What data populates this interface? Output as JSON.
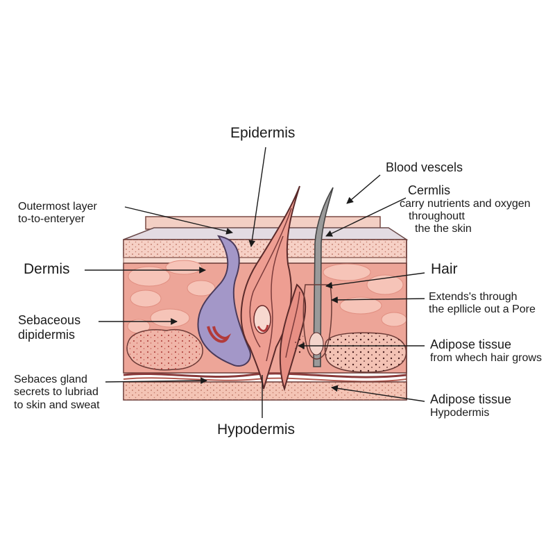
{
  "labels": {
    "epidermis": "Epidermis",
    "blood_vessels": "Blood vescels",
    "cermlis": {
      "title": "Cermlis",
      "line1": "carry nutrients and oxygen",
      "line2": "throughoutt",
      "line3": "the the skin"
    },
    "outermost": {
      "line1": "Outermost layer",
      "line2": "to-to-enteryer"
    },
    "dermis": "Dermis",
    "hair": "Hair",
    "extends": {
      "line1": "Extends's through",
      "line2": "the epllicle out a Pore"
    },
    "sebaceous": {
      "line1": "Sebaceous",
      "line2": "dipidermis"
    },
    "adipose1": {
      "line1": "Adipose tissue",
      "line2": "from whech hair grows"
    },
    "sebaces_gland": {
      "line1": "Sebaces gland",
      "line2": "secrets to lubriad",
      "line3": "to skin and sweat"
    },
    "adipose2": {
      "line1": "Adipose tissue",
      "line2": "Hypodermis"
    },
    "hypodermis": "Hypodermis"
  },
  "colors": {
    "epidermis_top": "#e6dde3",
    "skin_light": "#f6d3c8",
    "dermis": "#eea89d",
    "dermis_light": "#f7c6ba",
    "hypodermis": "#f4c4b5",
    "outline": "#5a2e2a",
    "vessel_purple": "#9a8fc2",
    "vessel_dark": "#7a3a44",
    "hair_gray": "#8a8a8a",
    "dot": "#7a2b2b"
  }
}
